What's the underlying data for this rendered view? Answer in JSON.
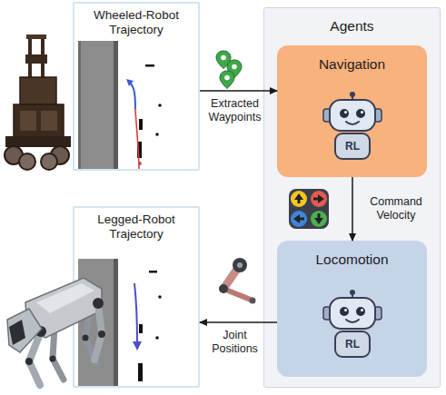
{
  "diagram": {
    "nodes": [
      {
        "text": [
          "Wheeled-Robot Trajectory"
        ]
      },
      {
        "text": [
          "Agents"
        ]
      },
      {
        "text": [
          "Navigation",
          "RL"
        ],
        "in": 1
      },
      {
        "text": [
          "Locomotion",
          "RL"
        ],
        "in": 1
      },
      {
        "text": [
          "Legged-Robot Trajectory"
        ]
      }
    ],
    "edges": [
      {
        "from": 0,
        "to": 2,
        "arrow": "to",
        "label": "Extracted Waypoints"
      },
      {
        "from": 2,
        "to": 3,
        "arrow": "to",
        "label": "Command Velocity"
      },
      {
        "from": 3,
        "to": 4,
        "arrow": "to",
        "label": "Joint Positions"
      }
    ]
  }
}
